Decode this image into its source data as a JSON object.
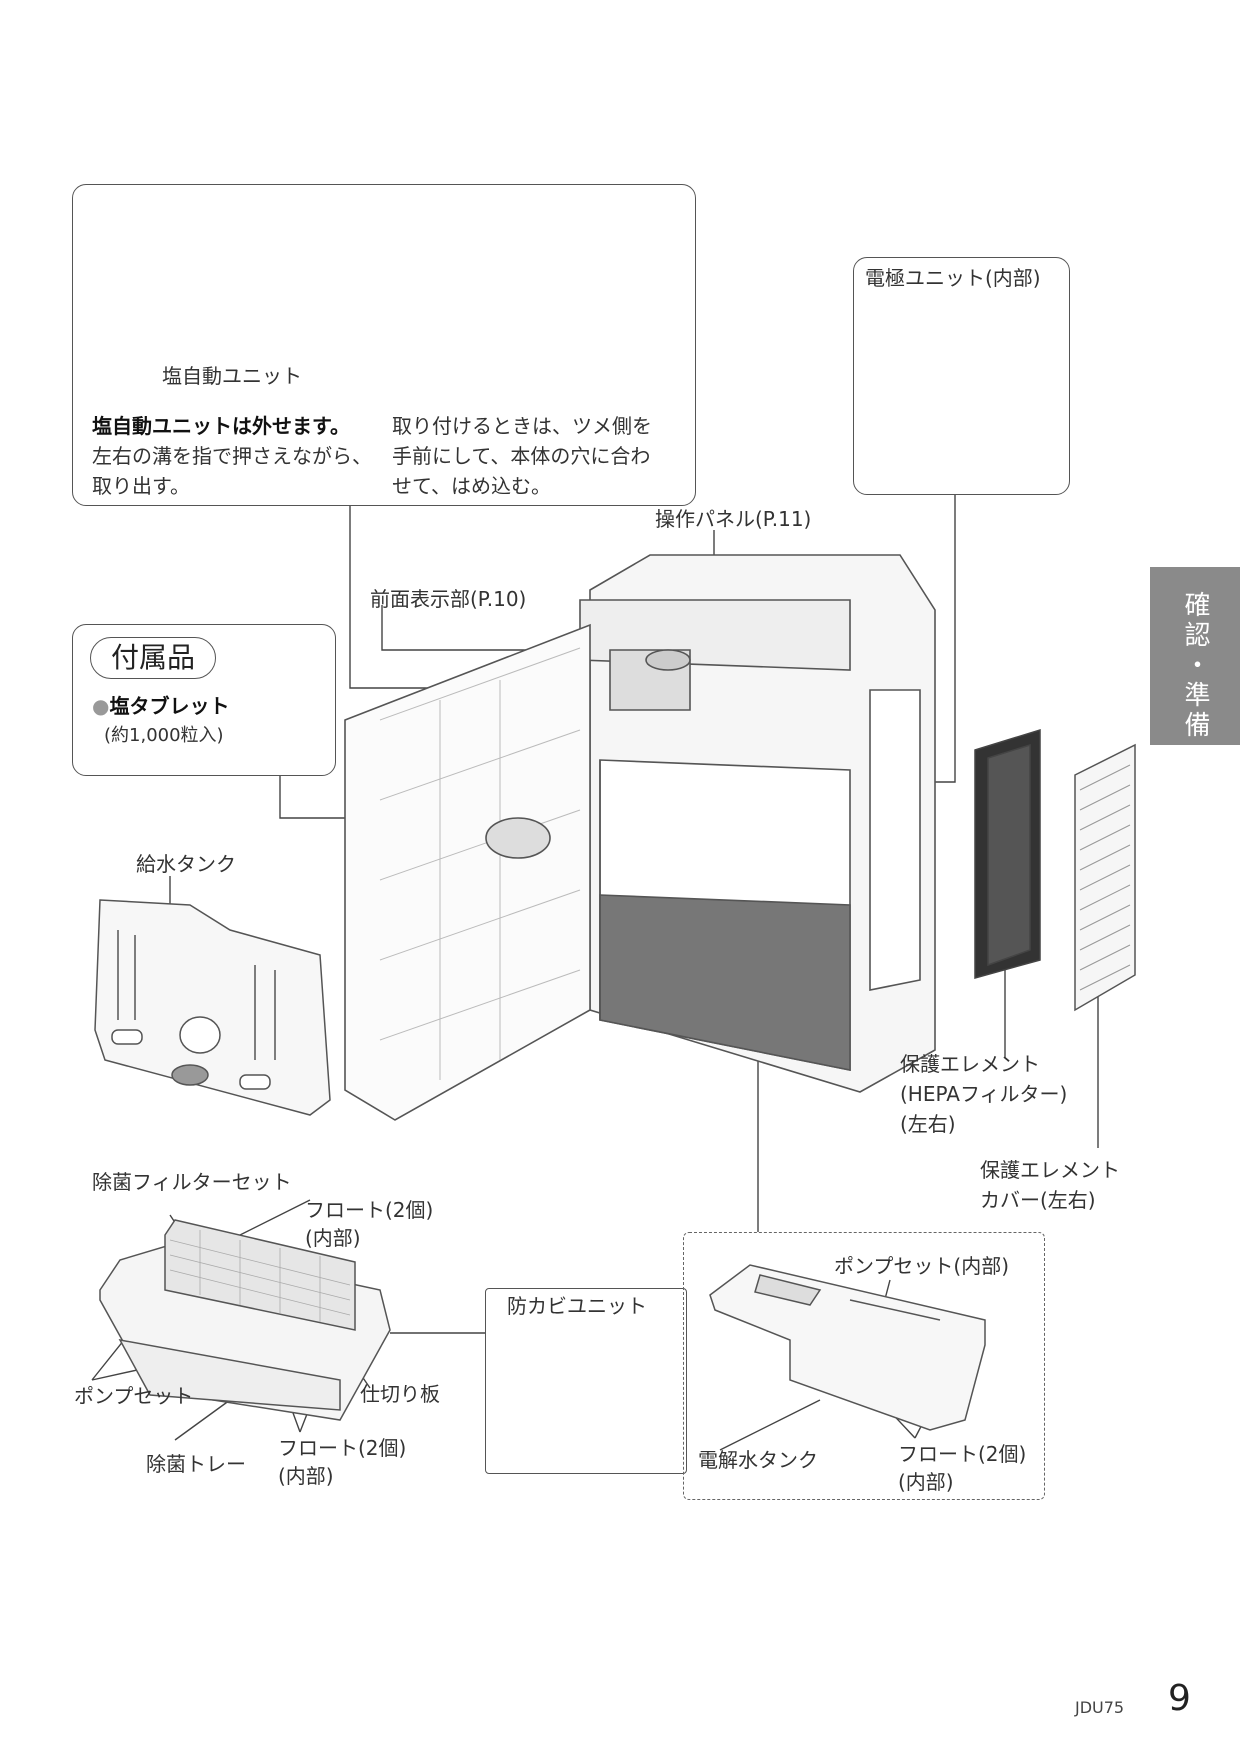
{
  "salt_unit_box": {
    "unit_caption": "塩自動ユニット",
    "left_heading": "塩自動ユニットは外せます。",
    "left_line2": "左右の溝を指で押さえながら、",
    "left_line3": "取り出す。",
    "right_line1": "取り付けるときは、ツメ側を",
    "right_line2": "手前にして、本体の穴に合わ",
    "right_line3": "せて、はめ込む。"
  },
  "electrode_box": {
    "title": "電極ユニット(内部)"
  },
  "accessory_box": {
    "pill_label": "付属品",
    "bullet": "●",
    "item": "塩タブレット",
    "item_note": "(約1,000粒入)"
  },
  "labels": {
    "operation_panel": "操作パネル(P.11)",
    "front_display": "前面表示部(P.10)",
    "water_tank": "給水タンク",
    "protect_element_1": "保護エレメント",
    "protect_element_2": "(HEPAフィルター)",
    "protect_element_3": "(左右)",
    "protect_cover_1": "保護エレメント",
    "protect_cover_2": "カバー(左右)",
    "sterile_filter_set": "除菌フィルターセット",
    "float_top_1": "フロート(2個)",
    "float_top_2": "(内部)",
    "pump_set_left": "ポンプセット",
    "partition": "仕切り板",
    "sterile_tray": "除菌トレー",
    "float_bottom_1": "フロート(2個)",
    "float_bottom_2": "(内部)",
    "mold_unit": "防カビユニット",
    "pump_set_inner": "ポンプセット(内部)",
    "electrolyzed_tank": "電解水タンク",
    "float_right_1": "フロート(2個)",
    "float_right_2": "(内部)"
  },
  "side_tab": {
    "text": "確認・準備",
    "color": "#8a8a8a"
  },
  "footer": {
    "model": "JDU75",
    "page": "9"
  }
}
